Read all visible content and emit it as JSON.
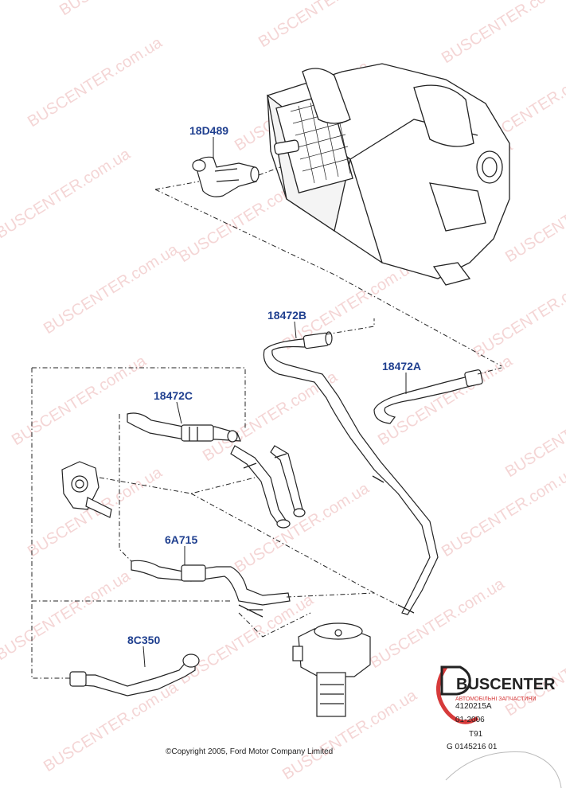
{
  "watermark": {
    "text": "BUSCENTER.com.ua"
  },
  "parts": [
    {
      "id": "18D489",
      "label": "18D489"
    },
    {
      "id": "18472B",
      "label": "18472B"
    },
    {
      "id": "18472A",
      "label": "18472A"
    },
    {
      "id": "18472C",
      "label": "18472C"
    },
    {
      "id": "6A715",
      "label": "6A715"
    },
    {
      "id": "8C350",
      "label": "8C350"
    }
  ],
  "copyright": "©Copyright 2005, Ford Motor Company Limited",
  "logo": {
    "name": "BUSCENTER",
    "tagline": "АВТОМОБІЛЬНІ ЗАПЧАСТИНИ"
  },
  "refs": [
    "4120215A",
    "01-2006",
    "T91",
    "G 0145216 01"
  ],
  "colors": {
    "label": "#1f3f8f",
    "line": "#222222",
    "watermark": "#d96a6a",
    "logo_red": "#d63a3a"
  }
}
